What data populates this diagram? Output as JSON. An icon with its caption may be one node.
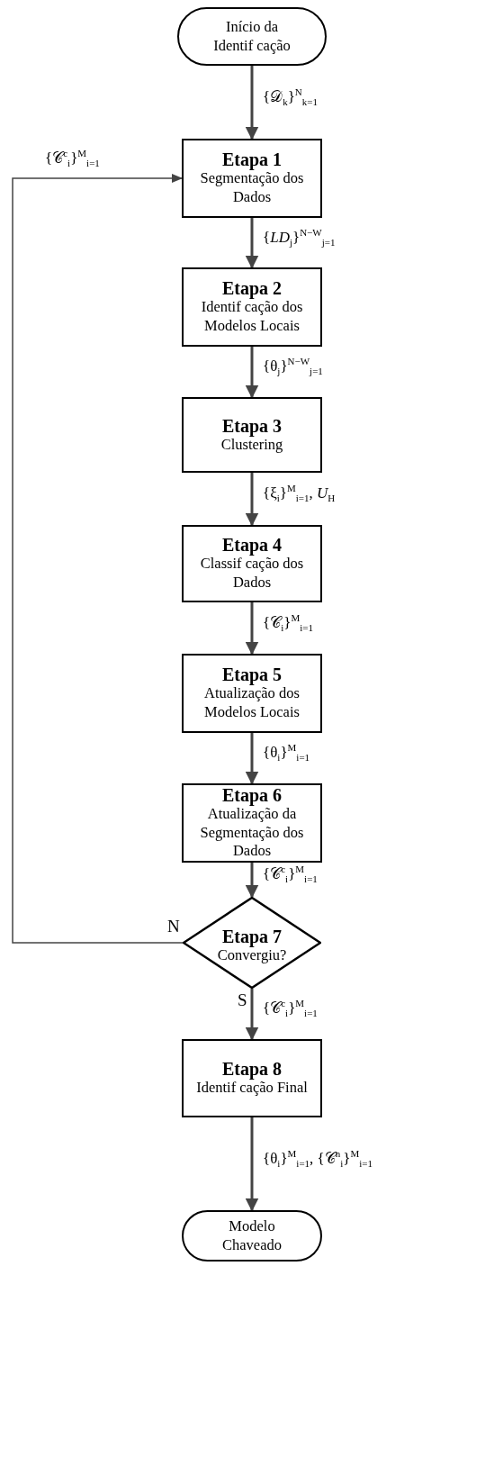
{
  "diagram": {
    "nodes": [
      {
        "text": [
          "Início da Identif cação"
        ]
      },
      {
        "text": [
          "Etapa 1",
          "Segmentação dos Dados"
        ]
      },
      {
        "text": [
          "Etapa 2",
          "Identif cação dos Modelos Locais"
        ]
      },
      {
        "text": [
          "Etapa 3",
          "Clustering"
        ]
      },
      {
        "text": [
          "Etapa 4",
          "Classif cação dos Dados"
        ]
      },
      {
        "text": [
          "Etapa 5",
          "Atualização dos Modelos Locais"
        ]
      },
      {
        "text": [
          "Etapa 6",
          "Atualização da Segmentação dos Dados"
        ]
      },
      {
        "text": [
          "Etapa 7",
          "Convergiu?"
        ]
      },
      {
        "text": [
          "Etapa 8",
          "Identif cação Final"
        ]
      },
      {
        "text": [
          "Modelo Chaveado"
        ]
      }
    ],
    "edges": [
      {
        "from": 0,
        "to": 1,
        "arrow": "to",
        "label": "{𝒟$_{k}$}$^{N}$$_{k=1}$"
      },
      {
        "from": 1,
        "to": 2,
        "arrow": "to",
        "label": "{*LD*$_{j}$}$^{N−W}$$_{j=1}$"
      },
      {
        "from": 2,
        "to": 3,
        "arrow": "to",
        "label": "{θ$_{j}$}$^{N−W}$$_{j=1}$"
      },
      {
        "from": 3,
        "to": 4,
        "arrow": "to",
        "label": "{ξ$_{i}$}$^{M}$$_{i=1}$, *U*$_{H}$"
      },
      {
        "from": 4,
        "to": 5,
        "arrow": "to",
        "label": "{𝒞$_{i}$}$^{M}$$_{i=1}$"
      },
      {
        "from": 5,
        "to": 6,
        "arrow": "to",
        "label": "{θ$_{i}$}$^{M}$$_{i=1}$"
      },
      {
        "from": 6,
        "to": 7,
        "arrow": "to",
        "label": "{𝒞$^{c}$$_{i}$}$^{M}$$_{i=1}$"
      },
      {
        "from": 7,
        "to": 8,
        "arrow": "to",
        "label": "{𝒞$^{c}$$_{i}$}$^{M}$$_{i=1}$"
      },
      {
        "from": 8,
        "to": 9,
        "arrow": "to",
        "label": "{θ$_{i}$}$^{M}$$_{i=1}$, {𝒞$^{n}$$_{i}$}$^{M}$$_{i=1}$"
      },
      {
        "from": 7,
        "to": 1,
        "arrow": "to",
        "label": "{𝒞$^{c}$$_{i}$}$^{M}$$_{i=1}$"
      }
    ],
    "labels": [
      "N",
      "S"
    ]
  }
}
